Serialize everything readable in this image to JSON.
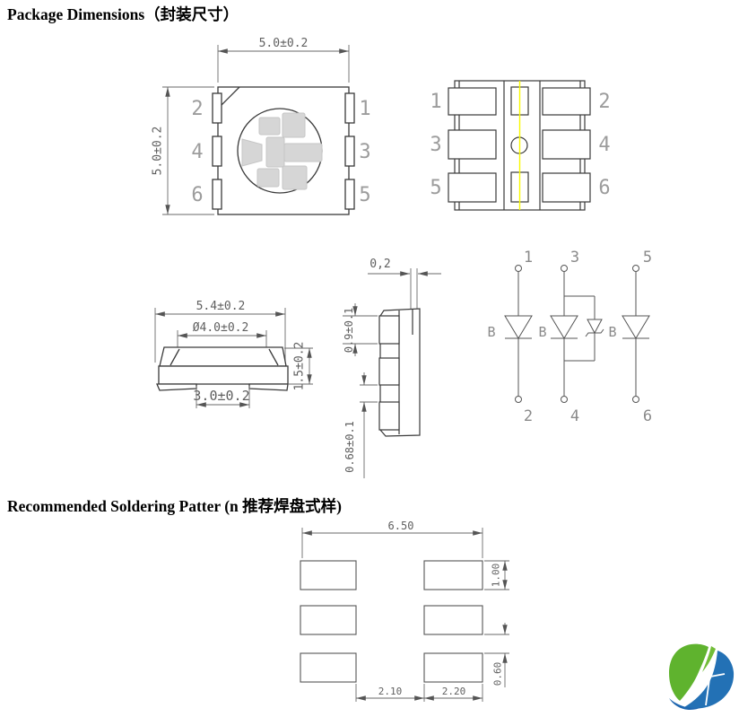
{
  "headings": {
    "package": "Package Dimensions（封装尺寸）",
    "soldering": "Recommended Soldering Patter (n 推荐焊盘式样)"
  },
  "top_view": {
    "dim_width": "5.0±0.2",
    "dim_height": "5.0±0.2",
    "pin_left": [
      "2",
      "4",
      "6"
    ],
    "pin_right": [
      "1",
      "3",
      "5"
    ]
  },
  "bottom_view": {
    "pin_left": [
      "1",
      "3",
      "5"
    ],
    "pin_right": [
      "2",
      "4",
      "6"
    ]
  },
  "side_view": {
    "dim_total_width": "5.4±0.2",
    "dim_lens_diameter": "Ø4.0±0.2",
    "dim_notch": "3.0±0.2",
    "dim_height": "1.5±0.2"
  },
  "end_view": {
    "dim_top_gap": "0,2",
    "dim_lead_upper": "0.9±0.1",
    "dim_lead_lower": "0.68±0.1"
  },
  "circuit": {
    "pins_top": [
      "1",
      "3",
      "5"
    ],
    "pins_bottom": [
      "2",
      "4",
      "6"
    ],
    "diode_labels": [
      "B",
      "B",
      "B"
    ]
  },
  "solder_pattern": {
    "dim_total_width": "6.50",
    "dim_pad_height": "1.00",
    "dim_row_gap": "0.60",
    "dim_col_gap": "2.10",
    "dim_pad_width": "2.20"
  },
  "colors": {
    "outline": "#3a3a3a",
    "dimension": "#6a6a6a",
    "pin_number": "#9c9c9c",
    "chip_fill": "#d6d6d6",
    "center_line": "#f8f800",
    "logo_green": "#5fb32e",
    "logo_blue": "#2371b5"
  }
}
